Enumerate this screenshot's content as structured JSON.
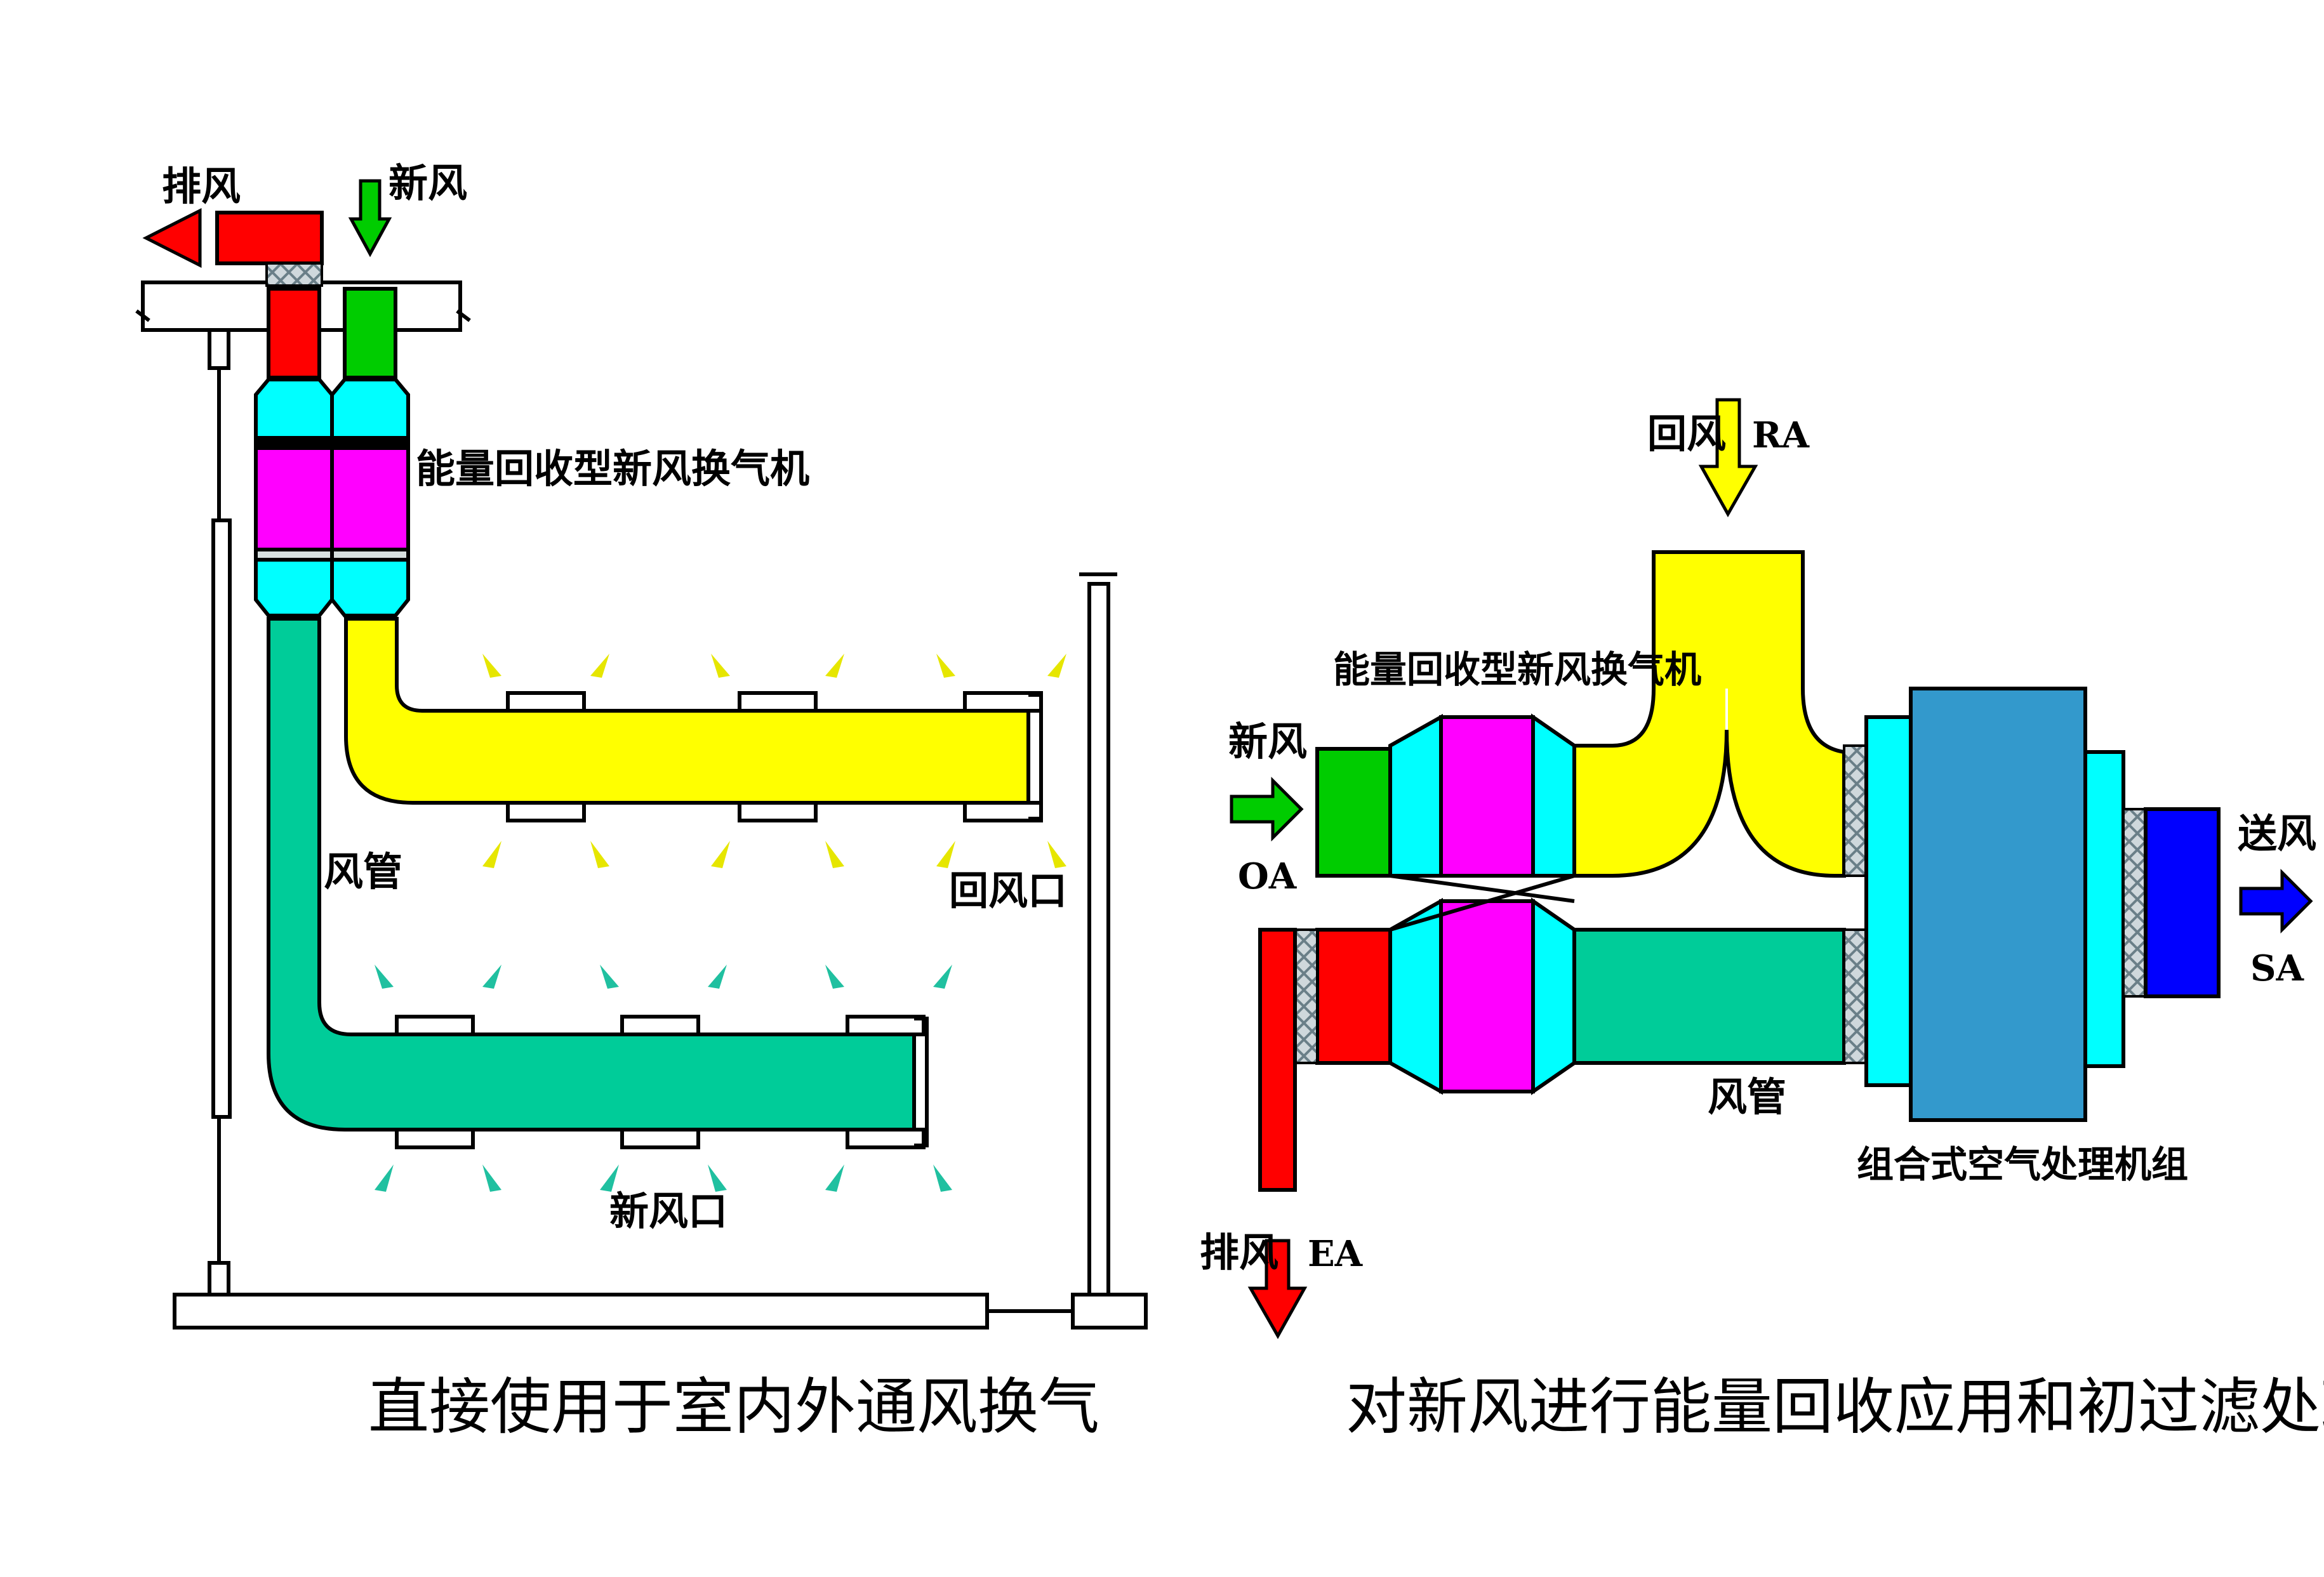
{
  "colors": {
    "exhaust": "#ff0000",
    "fresh": "#00cc00",
    "return": "#ffff00",
    "supply_duct": "#00cc99",
    "section": "#00ffff",
    "core": "#ff00ff",
    "ahu": "#3399cc",
    "supply": "#0000ff",
    "outline": "#000000"
  },
  "left": {
    "exhaust_label": "排风",
    "fresh_label": "新风",
    "unit_label": "能量回收型新风换气机",
    "duct_label": "风管",
    "return_outlet_label": "回风口",
    "fresh_outlet_label": "新风口",
    "caption": "直接使用于室内外通风换气"
  },
  "right": {
    "return_label": "回风",
    "return_code": "RA",
    "unit_label": "能量回收型新风换气机",
    "fresh_label": "新风",
    "fresh_code": "OA",
    "exhaust_label": "排风",
    "exhaust_code": "EA",
    "duct_label": "风管",
    "ahu_label": "组合式空气处理机组",
    "supply_label": "送风",
    "supply_code": "SA",
    "caption": "对新风进行能量回收应用和初过滤处理"
  }
}
